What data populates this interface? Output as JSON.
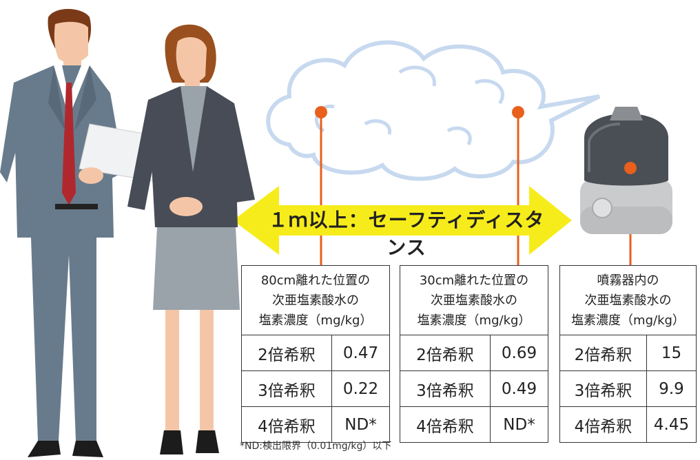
{
  "arrow_label": "１ｍ以上：セーフティディスタンス",
  "tables": [
    {
      "header": [
        "80cm離れた位置の",
        "次亜塩素酸水の",
        "塩素濃度（mg/kg）"
      ],
      "rows": [
        {
          "label": "2倍希釈",
          "value": "0.47"
        },
        {
          "label": "3倍希釈",
          "value": "0.22"
        },
        {
          "label": "4倍希釈",
          "value": "ND*"
        }
      ]
    },
    {
      "header": [
        "30cm離れた位置の",
        "次亜塩素酸水の",
        "塩素濃度（mg/kg）"
      ],
      "rows": [
        {
          "label": "2倍希釈",
          "value": "0.69"
        },
        {
          "label": "3倍希釈",
          "value": "0.49"
        },
        {
          "label": "4倍希釈",
          "value": "ND*"
        }
      ]
    },
    {
      "header": [
        "噴霧器内の",
        "次亜塩素酸水の",
        "塩素濃度（mg/kg）"
      ],
      "rows": [
        {
          "label": "2倍希釈",
          "value": "15"
        },
        {
          "label": "3倍希釈",
          "value": "9.9"
        },
        {
          "label": "4倍希釈",
          "value": "4.45"
        }
      ]
    }
  ],
  "footnote": "*ND:検出限界（0.01mg/kg）以下",
  "colors": {
    "arrow": "#f7ec1b",
    "marker": "#e8601c",
    "cloud_stroke": "#c7d9ef"
  }
}
